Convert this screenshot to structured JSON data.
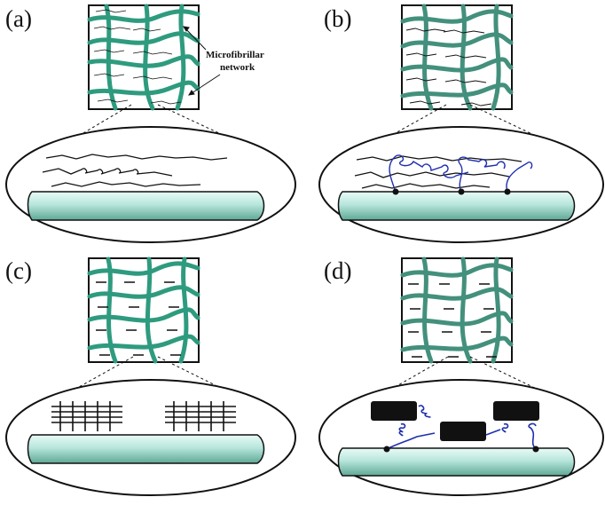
{
  "panels": [
    {
      "label": "(a)",
      "fiber_color": "#2e9b7f"
    },
    {
      "label": "(b)",
      "fiber_color": "#43907c"
    },
    {
      "label": "(c)",
      "fiber_color": "#2e9b7f"
    },
    {
      "label": "(d)",
      "fiber_color": "#43907c"
    }
  ],
  "annotation": {
    "line1": "Microfibrillar",
    "line2": "network"
  },
  "colors": {
    "chain": "#111111",
    "polymer": "#1f2fb0",
    "rod_fill": "#b8e6dc",
    "rod_shade": "#5fa896"
  }
}
